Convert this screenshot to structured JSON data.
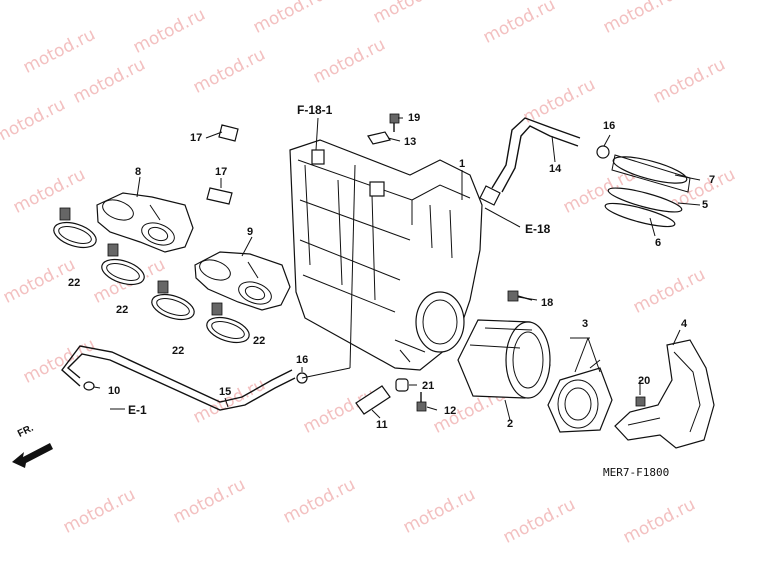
{
  "watermark": "motod.ru",
  "parts": [
    {
      "id": "p1",
      "label": "1"
    },
    {
      "id": "p2",
      "label": "2"
    },
    {
      "id": "p3",
      "label": "3"
    },
    {
      "id": "p4",
      "label": "4"
    },
    {
      "id": "p5",
      "label": "5"
    },
    {
      "id": "p6",
      "label": "6"
    },
    {
      "id": "p7",
      "label": "7"
    },
    {
      "id": "p8",
      "label": "8"
    },
    {
      "id": "p9",
      "label": "9"
    },
    {
      "id": "p10",
      "label": "10"
    },
    {
      "id": "p11",
      "label": "11"
    },
    {
      "id": "p12",
      "label": "12"
    },
    {
      "id": "p13",
      "label": "13"
    },
    {
      "id": "p14",
      "label": "14"
    },
    {
      "id": "p15",
      "label": "15"
    },
    {
      "id": "p16a",
      "label": "16"
    },
    {
      "id": "p16b",
      "label": "16"
    },
    {
      "id": "p17a",
      "label": "17"
    },
    {
      "id": "p17b",
      "label": "17"
    },
    {
      "id": "p18",
      "label": "18"
    },
    {
      "id": "p19",
      "label": "19"
    },
    {
      "id": "p20",
      "label": "20"
    },
    {
      "id": "p21",
      "label": "21"
    },
    {
      "id": "p22a",
      "label": "22"
    },
    {
      "id": "p22b",
      "label": "22"
    },
    {
      "id": "p22c",
      "label": "22"
    },
    {
      "id": "p22d",
      "label": "22"
    }
  ],
  "references": {
    "f181": "F-18-1",
    "e18": "E-18",
    "e1": "E-1"
  },
  "front_marker": "FR.",
  "diagram_code": "MER7-F1800"
}
